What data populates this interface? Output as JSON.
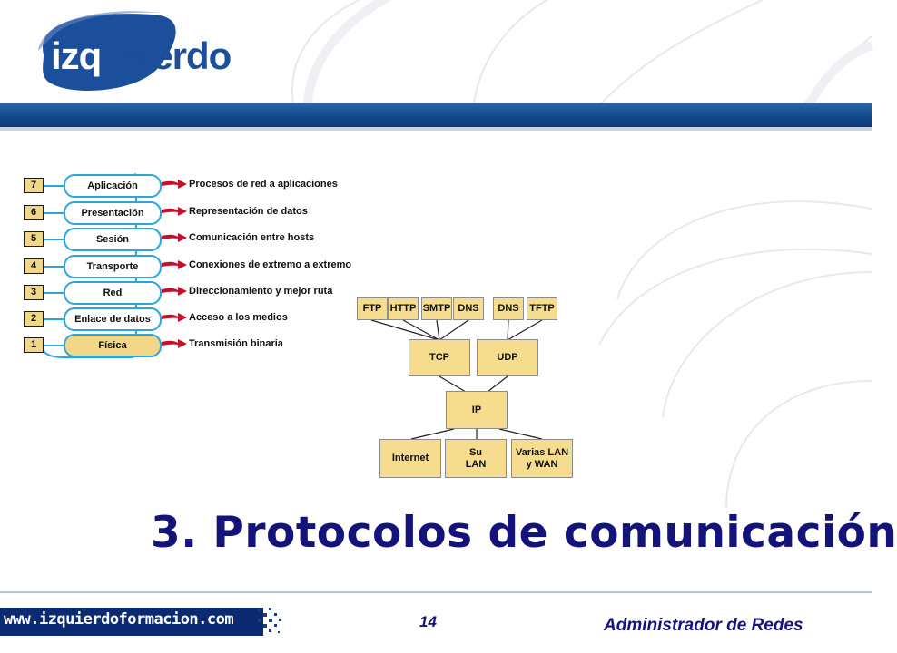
{
  "logo": {
    "text": "izquierdo",
    "brand_color": "#1b4f9c",
    "accent_color": "#ffffff"
  },
  "osi": {
    "layers": [
      {
        "number": "7",
        "name": "Aplicación",
        "description": "Procesos de red a aplicaciones"
      },
      {
        "number": "6",
        "name": "Presentación",
        "description": "Representación de datos"
      },
      {
        "number": "5",
        "name": "Sesión",
        "description": "Comunicación entre hosts"
      },
      {
        "number": "4",
        "name": "Transporte",
        "description": "Conexiones de extremo a extremo"
      },
      {
        "number": "3",
        "name": "Red",
        "description": "Direccionamiento y mejor ruta"
      },
      {
        "number": "2",
        "name": "Enlace de datos",
        "description": "Acceso a los medios"
      },
      {
        "number": "1",
        "name": "Física",
        "description": "Transmisión binaria"
      }
    ],
    "border_color": "#2ca6da",
    "arrow_color": "#c4102b",
    "highlight_color": "#f2d789"
  },
  "protocol_tree": {
    "application": [
      "FTP",
      "HTTP",
      "SMTP",
      "DNS",
      "DNS",
      "TFTP"
    ],
    "transport": [
      "TCP",
      "UDP"
    ],
    "network": "IP",
    "networks": [
      "Internet",
      "Su\nLAN",
      "Varias LAN\ny WAN"
    ],
    "box_color": "#f5dc8e"
  },
  "title": "3. Protocolos de comunicación",
  "footer": {
    "url": "www.izquierdoformacion.com",
    "page_number": "14",
    "course": "Administrador de Redes"
  },
  "colors": {
    "title": "#14137a",
    "header_band": "#114a8c",
    "footer_band": "#0b2a72"
  }
}
